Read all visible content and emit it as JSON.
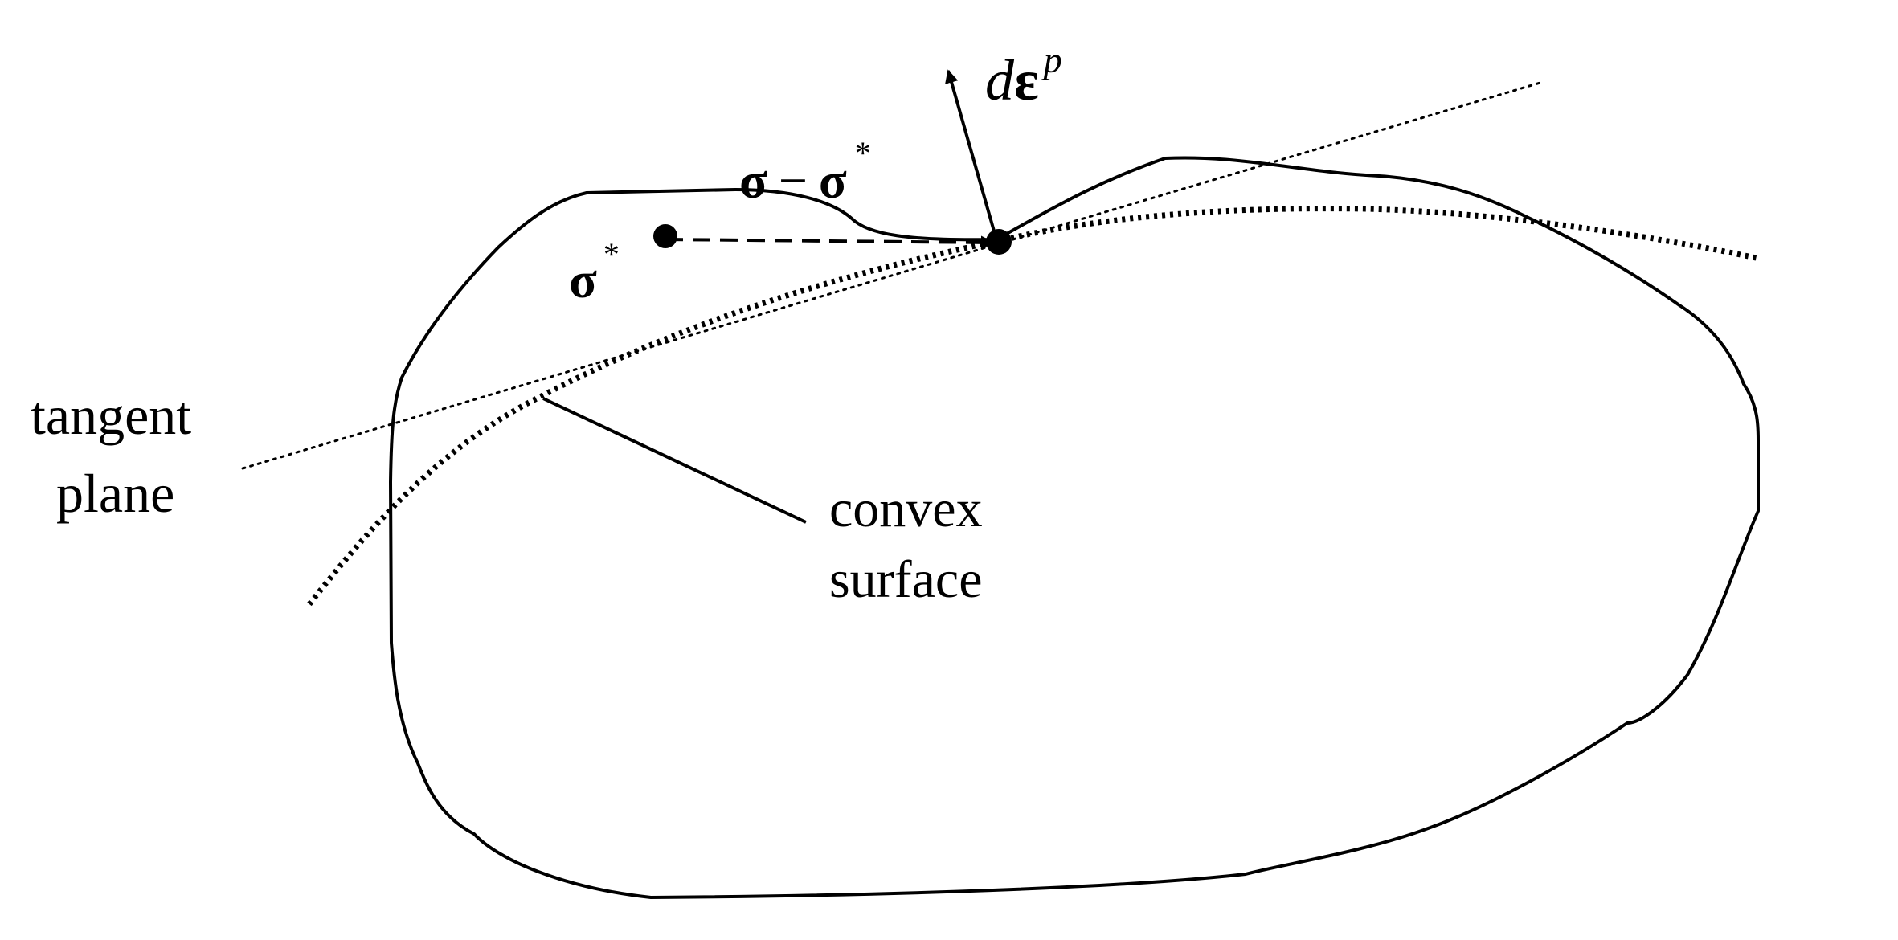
{
  "labels": {
    "tangent_line1": "tangent",
    "tangent_line2": "plane",
    "convex_line1": "convex",
    "convex_line2": "surface",
    "sigma_star_base": "σ",
    "sigma_star_sup": "*",
    "diff_sigma_a": "σ",
    "diff_minus": "−",
    "diff_sigma_b": "σ",
    "diff_sup": "*",
    "deps_d": "d",
    "deps_eps": "ε",
    "deps_sup": "p"
  },
  "colors": {
    "ink": "#000000",
    "background": "#ffffff"
  }
}
